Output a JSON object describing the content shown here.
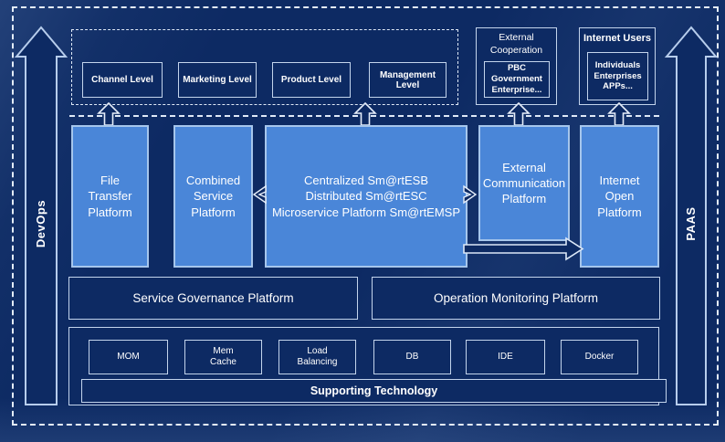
{
  "colors": {
    "background": "#0d2a63",
    "platform_fill": "#4a86d8",
    "platform_border": "#a6c6ec",
    "box_border": "#c3d4ec",
    "dash": "#dfe9f7",
    "text": "#ffffff"
  },
  "rails": {
    "left_label": "DevOps",
    "right_label": "PAAS"
  },
  "levels": {
    "items": [
      {
        "label": "Channel Level"
      },
      {
        "label": "Marketing Level"
      },
      {
        "label": "Product Level"
      },
      {
        "label": "Management Level"
      }
    ]
  },
  "external_cooperation": {
    "title_lines": [
      "External",
      "Cooperation"
    ],
    "member_lines": [
      "PBC Government",
      "Enterprise..."
    ]
  },
  "internet_users": {
    "title": "Internet Users",
    "member_lines": [
      "Individuals",
      "Enterprises",
      "APPs..."
    ]
  },
  "platforms": {
    "file_transfer": {
      "lines": [
        "File",
        "Transfer",
        "Platform"
      ]
    },
    "combined_service": {
      "lines": [
        "Combined",
        "Service",
        "Platform"
      ]
    },
    "central_bus": {
      "lines": [
        "Centralized Sm@rtESB",
        "Distributed Sm@rtESC",
        "Microservice Platform Sm@rtEMSP"
      ]
    },
    "external_communication": {
      "lines": [
        "External",
        "Communication",
        "Platform"
      ]
    },
    "internet_open": {
      "lines": [
        "Internet",
        "Open",
        "Platform"
      ]
    }
  },
  "governance": {
    "service": "Service Governance Platform",
    "operation": "Operation Monitoring Platform"
  },
  "support": {
    "technologies": [
      [
        "MOM"
      ],
      [
        "Mem",
        "Cache"
      ],
      [
        "Load",
        "Balancing"
      ],
      [
        "DB"
      ],
      [
        "IDE"
      ],
      [
        "Docker"
      ]
    ],
    "bar_label": "Supporting Technology"
  }
}
